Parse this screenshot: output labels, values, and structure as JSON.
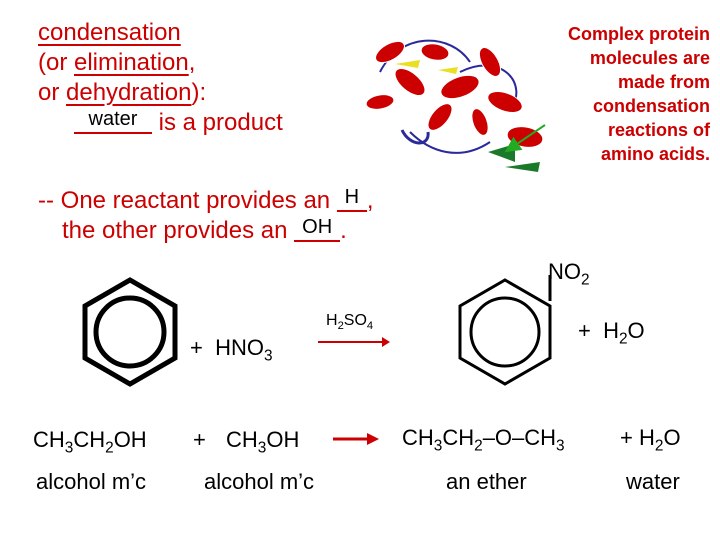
{
  "definition": {
    "term": "condensation",
    "line2_open": "(or ",
    "alt1": "elimination",
    "line2_close": ",",
    "line3_open": "or ",
    "alt2": "dehydration",
    "line3_close": "):",
    "blank_word": "water",
    "line4_rest": " is a product"
  },
  "reactants": {
    "line1_text": "-- One reactant provides an ",
    "line1_fill": "H",
    "line1_end": ",",
    "line2_text": "the other provides an ",
    "line2_fill": "OH",
    "line2_end": "."
  },
  "protein_caption": {
    "lines": [
      "Complex protein",
      "molecules are",
      "made from",
      "condensation",
      "reactions of",
      "amino acids."
    ]
  },
  "reaction1": {
    "plus": "+",
    "reagent": "HNO",
    "reagent_sub": "3",
    "catalyst": "H",
    "catalyst_sub1": "2",
    "catalyst_mid": "SO",
    "catalyst_sub2": "4",
    "substituent": "NO",
    "substituent_sub": "2",
    "product_plus": "+",
    "water": "H",
    "water_sub": "2",
    "water_end": "O"
  },
  "reaction2": {
    "r1_a": "CH",
    "r1_s1": "3",
    "r1_b": "CH",
    "r1_s2": "2",
    "r1_c": "OH",
    "plus": "+",
    "r2_a": "CH",
    "r2_s1": "3",
    "r2_b": "OH",
    "p_a": "CH",
    "p_s1": "3",
    "p_b": "CH",
    "p_s2": "2",
    "p_c": "–O–CH",
    "p_s3": "3",
    "p_plus": "+",
    "w_a": "H",
    "w_s": "2",
    "w_b": "O",
    "label_r1": "alcohol m’c",
    "label_r2": "alcohol m’c",
    "label_p": "an ether",
    "label_w": "water"
  },
  "colors": {
    "accent": "#cc0000",
    "helix": "#cc0000",
    "sheet_yellow": "#e8e020",
    "sheet_green": "#1a7a2a",
    "coil_blue": "#2a2a9a"
  }
}
